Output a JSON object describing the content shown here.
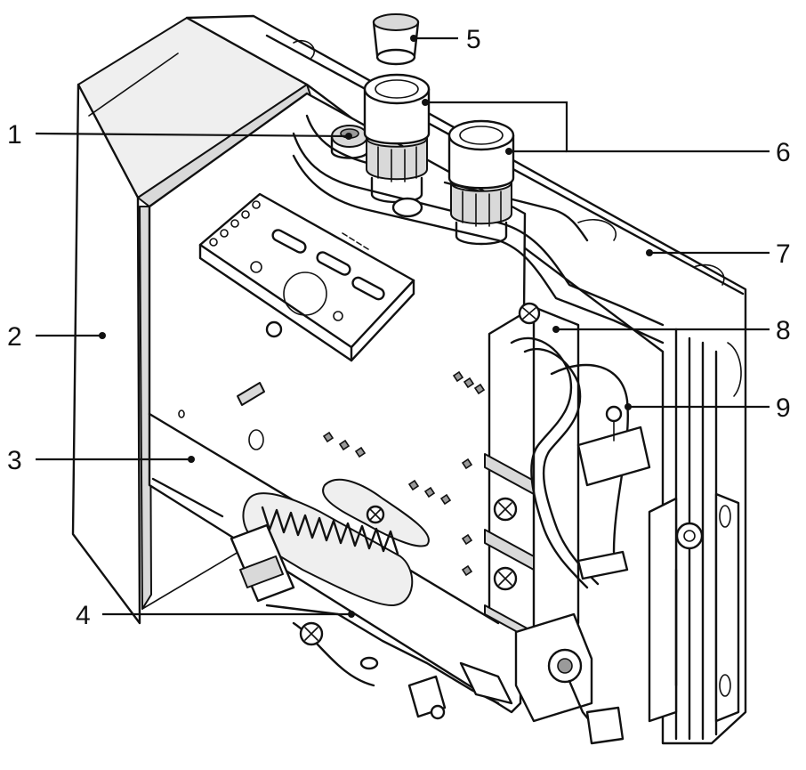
{
  "callouts": [
    {
      "id": "1",
      "label": "1"
    },
    {
      "id": "2",
      "label": "2"
    },
    {
      "id": "3",
      "label": "3"
    },
    {
      "id": "4",
      "label": "4"
    },
    {
      "id": "5",
      "label": "5"
    },
    {
      "id": "6",
      "label": "6"
    },
    {
      "id": "7",
      "label": "7"
    },
    {
      "id": "8",
      "label": "8"
    },
    {
      "id": "9",
      "label": "9"
    }
  ],
  "colors": {
    "line": "#111111",
    "background": "#ffffff",
    "shading": "#d9d9d9"
  }
}
